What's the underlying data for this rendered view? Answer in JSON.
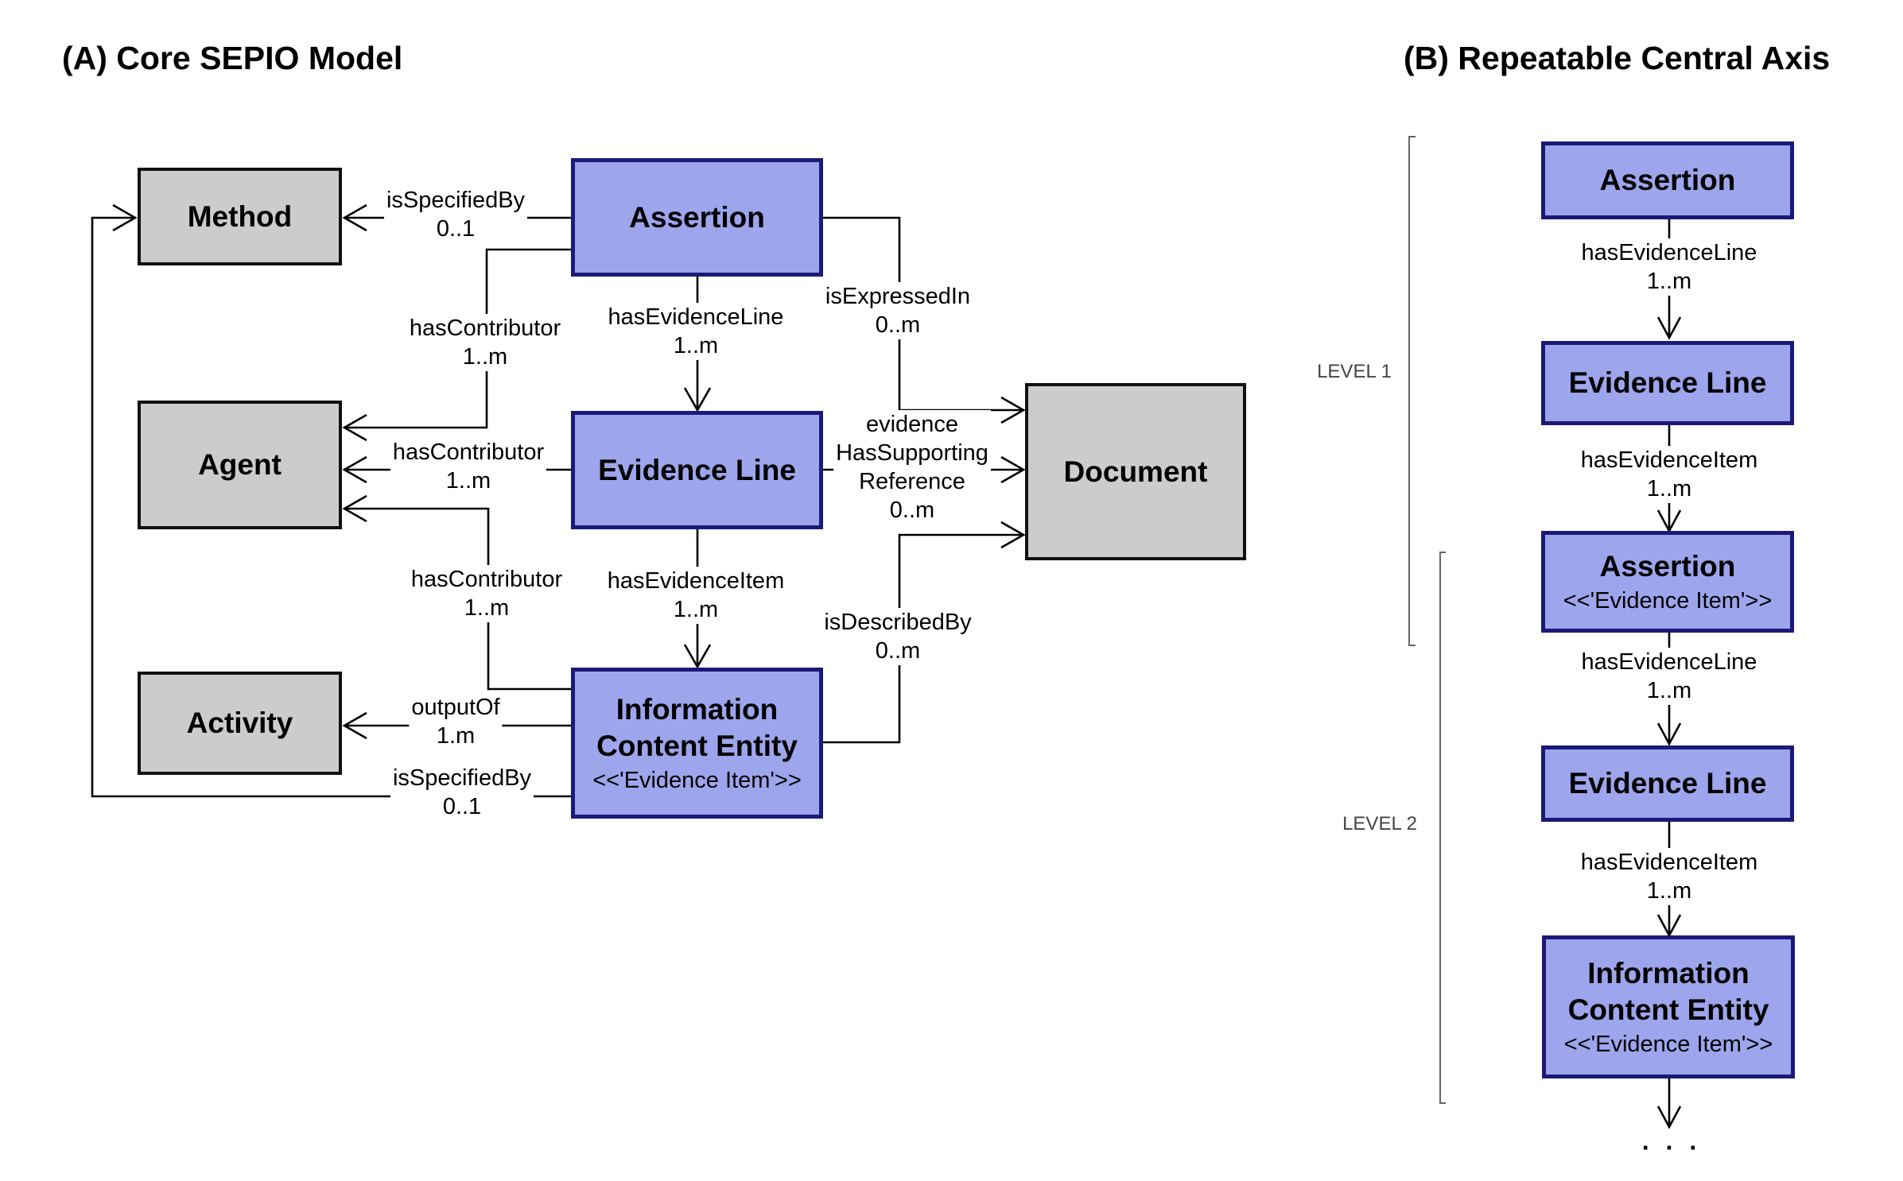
{
  "panel_a": {
    "title": "(A)  Core SEPIO Model",
    "nodes": {
      "method": "Method",
      "agent": "Agent",
      "activity": "Activity",
      "assertion": "Assertion",
      "evidence_line": "Evidence Line",
      "ice_line1": "Information",
      "ice_line2": "Content Entity",
      "ice_stereotype": "<<'Evidence Item'>>",
      "document": "Document"
    },
    "edges": {
      "assertion_method": {
        "name": "isSpecifiedBy",
        "mult": "0..1"
      },
      "assertion_agent": {
        "name": "hasContributor",
        "mult": "1..m"
      },
      "assertion_evidence_line": {
        "name": "hasEvidenceLine",
        "mult": "1..m"
      },
      "assertion_document": {
        "name": "isExpressedIn",
        "mult": "0..m"
      },
      "evidence_line_agent": {
        "name": "hasContributor",
        "mult": "1..m"
      },
      "evidence_line_document_1": "evidence",
      "evidence_line_document_2": "HasSupporting",
      "evidence_line_document_3": "Reference",
      "evidence_line_document_mult": "0..m",
      "evidence_line_ice": {
        "name": "hasEvidenceItem",
        "mult": "1..m"
      },
      "ice_agent": {
        "name": "hasContributor",
        "mult": "1..m"
      },
      "ice_document": {
        "name": "isDescribedBy",
        "mult": "0..m"
      },
      "ice_activity": {
        "name": "outputOf",
        "mult": "1.m"
      },
      "ice_method": {
        "name": "isSpecifiedBy",
        "mult": "0..1"
      }
    }
  },
  "panel_b": {
    "title": "(B)  Repeatable  Central Axis",
    "level1": "LEVEL 1",
    "level2": "LEVEL 2",
    "nodes": {
      "assertion_1": "Assertion",
      "evidence_line_1": "Evidence Line",
      "assertion_2": "Assertion",
      "assertion_2_stereotype": "<<'Evidence Item'>>",
      "evidence_line_2": "Evidence Line",
      "ice_line1": "Information",
      "ice_line2": "Content Entity",
      "ice_stereotype": "<<'Evidence Item'>>"
    },
    "edges": {
      "e1": {
        "name": "hasEvidenceLine",
        "mult": "1..m"
      },
      "e2": {
        "name": "hasEvidenceItem",
        "mult": "1..m"
      },
      "e3": {
        "name": "hasEvidenceLine",
        "mult": "1..m"
      },
      "e4": {
        "name": "hasEvidenceItem",
        "mult": "1..m"
      }
    },
    "continuation": ". . ."
  },
  "colors": {
    "class_fill": "#9da5ec",
    "class_border": "#1c1a78",
    "external_fill": "#cccccc",
    "external_border": "#111111"
  }
}
